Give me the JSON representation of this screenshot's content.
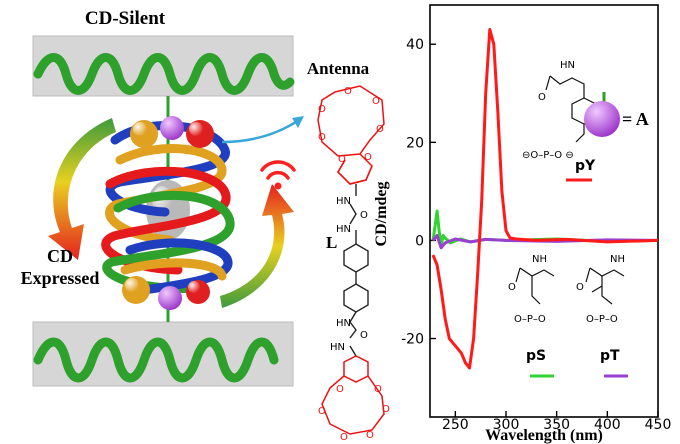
{
  "figure": {
    "title_top": "CD-Silent",
    "label_expressed_line1": "CD",
    "label_expressed_line2": "Expressed",
    "antenna_label": "Antenna",
    "linker_label": "L",
    "nh_label": "NH",
    "hn_label": "HN",
    "o_label": "O",
    "eq_label": "= A",
    "colors": {
      "helix": "#2ea02c",
      "block": "#d8d8d8",
      "red": "#e41a1c",
      "blue": "#1f3fbf",
      "gold": "#e0a020",
      "purple": "#b050d0",
      "arrow_cyan": "#3aa7d8"
    }
  },
  "chart_data": {
    "type": "line",
    "xlabel": "Wavelength (nm)",
    "ylabel": "CD/mdeg",
    "xlim": [
      225,
      450
    ],
    "ylim": [
      -36,
      48
    ],
    "xticks": [
      250,
      300,
      350,
      400,
      450
    ],
    "yticks": [
      -20,
      0,
      20,
      40
    ],
    "series": [
      {
        "name": "pY",
        "color": "#ff1a1a",
        "x": [
          228,
          232,
          236,
          240,
          244,
          248,
          252,
          256,
          260,
          264,
          268,
          272,
          276,
          280,
          284,
          288,
          292,
          296,
          300,
          304,
          310,
          330,
          360,
          400,
          450
        ],
        "y": [
          -3,
          -5,
          -10,
          -16,
          -20,
          -21,
          -22,
          -23,
          -25,
          -26,
          -20,
          -7,
          8,
          30,
          43,
          40,
          26,
          10,
          2,
          0.5,
          0.3,
          0,
          0.2,
          -0.3,
          0
        ]
      },
      {
        "name": "pS",
        "color": "#2fd42f",
        "x": [
          228,
          230,
          232,
          234,
          236,
          238,
          240,
          245,
          255,
          265,
          280,
          300,
          350,
          400,
          450
        ],
        "y": [
          0,
          3,
          6,
          2,
          -1,
          1,
          0.5,
          -0.5,
          0.3,
          -0.3,
          0.2,
          0,
          0.3,
          -0.2,
          0
        ]
      },
      {
        "name": "pT",
        "color": "#9b3fd0",
        "x": [
          228,
          232,
          236,
          240,
          250,
          265,
          280,
          300,
          350,
          400,
          450
        ],
        "y": [
          0,
          1,
          -1.5,
          -0.5,
          0.3,
          -0.3,
          0.2,
          0,
          -0.2,
          0.1,
          0
        ]
      }
    ],
    "legend_labels": [
      "pY",
      "pS",
      "pT"
    ]
  }
}
